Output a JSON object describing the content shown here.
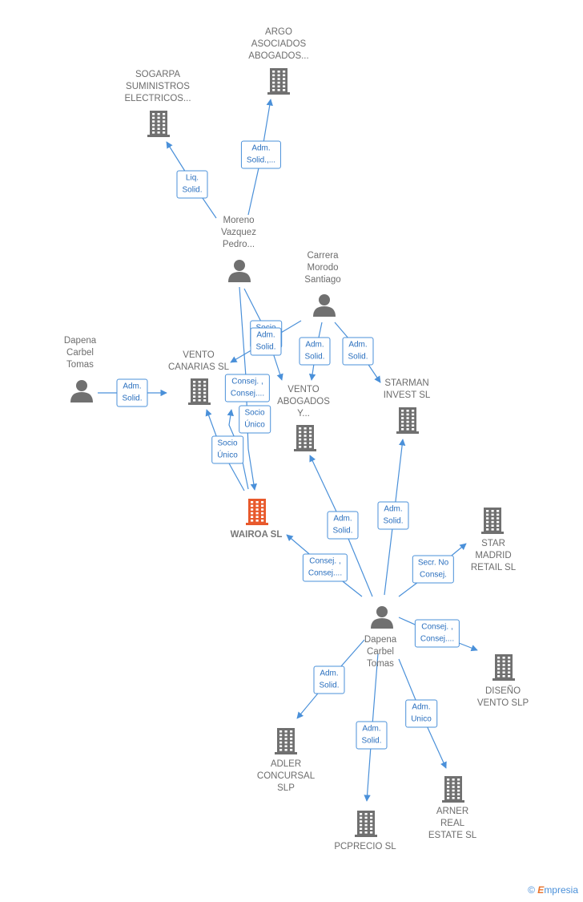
{
  "colors": {
    "edge": "#4a90d9",
    "node_icon": "#707070",
    "focus_icon": "#e8592c",
    "text": "#6d6d6d"
  },
  "nodes": [
    {
      "id": "argo",
      "type": "company",
      "label": "ARGO\nASOCIADOS\nABOGADOS..."
    },
    {
      "id": "sogarpa",
      "type": "company",
      "label": "SOGARPA\nSUMINISTROS\nELECTRICOS..."
    },
    {
      "id": "moreno",
      "type": "person",
      "label": "Moreno\nVazquez\nPedro..."
    },
    {
      "id": "carrera",
      "type": "person",
      "label": "Carrera\nMorodo\nSantiago"
    },
    {
      "id": "dapena1",
      "type": "person",
      "label": "Dapena\nCarbel\nTomas"
    },
    {
      "id": "vento_canarias",
      "type": "company",
      "label": "VENTO\nCANARIAS SL"
    },
    {
      "id": "vento_abogados",
      "type": "company",
      "label": "VENTO\nABOGADOS\nY..."
    },
    {
      "id": "starman",
      "type": "company",
      "label": "STARMAN\nINVEST SL"
    },
    {
      "id": "wairoa",
      "type": "company",
      "focus": true,
      "label": "WAIROA SL"
    },
    {
      "id": "star_madrid",
      "type": "company",
      "label": "STAR\nMADRID\nRETAIL SL"
    },
    {
      "id": "dapena2",
      "type": "person",
      "label": "Dapena\nCarbel\nTomas"
    },
    {
      "id": "diseno",
      "type": "company",
      "label": "DISEÑO\nVENTO SLP"
    },
    {
      "id": "adler",
      "type": "company",
      "label": "ADLER\nCONCURSAL\nSLP"
    },
    {
      "id": "pcprecio",
      "type": "company",
      "label": "PCPRECIO SL"
    },
    {
      "id": "arner",
      "type": "company",
      "label": "ARNER\nREAL\nESTATE SL"
    }
  ],
  "edges": [
    {
      "from": "moreno",
      "to": "argo",
      "label": "Adm.\nSolid.,..."
    },
    {
      "from": "moreno",
      "to": "sogarpa",
      "label": "Liq.\nSolid."
    },
    {
      "from": "moreno",
      "to": "wairoa",
      "label": "Consej. ,\nConsej...."
    },
    {
      "from": "moreno",
      "to": "vento_abogados",
      "label": "Socio\nÚnico"
    },
    {
      "from": "carrera",
      "to": "vento_canarias",
      "label": "Adm.\nSolid."
    },
    {
      "from": "carrera",
      "to": "vento_abogados",
      "label": "Adm.\nSolid."
    },
    {
      "from": "carrera",
      "to": "starman",
      "label": "Adm.\nSolid."
    },
    {
      "from": "dapena1",
      "to": "vento_canarias",
      "label": "Adm.\nSolid."
    },
    {
      "from": "wairoa",
      "to": "vento_canarias",
      "label": "Socio\nÚnico"
    },
    {
      "from": "wairoa",
      "to": "vento_canarias",
      "label": "Socio\nÚnico"
    },
    {
      "from": "dapena2",
      "to": "wairoa",
      "label": "Consej. ,\nConsej...."
    },
    {
      "from": "dapena2",
      "to": "vento_abogados",
      "label": "Adm.\nSolid."
    },
    {
      "from": "dapena2",
      "to": "starman",
      "label": "Adm.\nSolid."
    },
    {
      "from": "dapena2",
      "to": "star_madrid",
      "label": "Secr. No\nConsej."
    },
    {
      "from": "dapena2",
      "to": "diseno",
      "label": "Consej. ,\nConsej...."
    },
    {
      "from": "dapena2",
      "to": "adler",
      "label": "Adm.\nSolid."
    },
    {
      "from": "dapena2",
      "to": "pcprecio",
      "label": "Adm.\nSolid."
    },
    {
      "from": "dapena2",
      "to": "arner",
      "label": "Adm.\nUnico"
    }
  ],
  "brand": {
    "symbol": "©",
    "initial": "E",
    "name": "mpresia"
  }
}
